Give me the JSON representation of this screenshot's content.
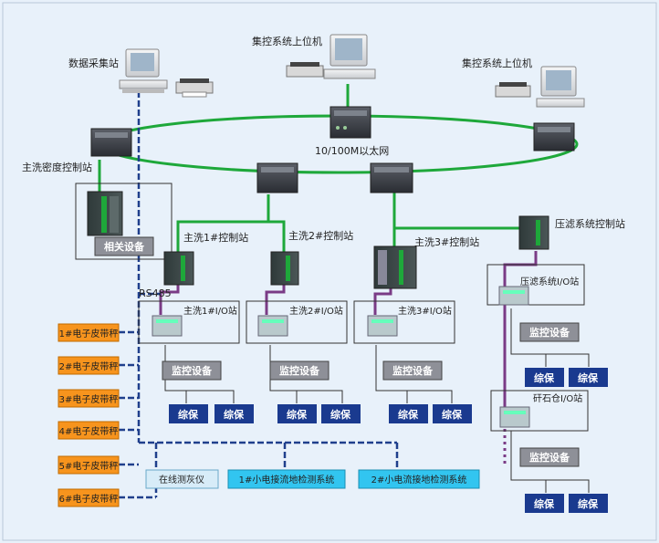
{
  "labels": {
    "data_station": "数据采集站",
    "scada_pc_top": "集控系统上位机",
    "scada_pc_right": "集控系统上位机",
    "ethernet": "10/100M以太网",
    "dense_ctrl": "主洗密度控制站",
    "related_equipment": "相关设备",
    "main1_ctrl": "主洗1#控制站",
    "main2_ctrl": "主洗2#控制站",
    "main3_ctrl": "主洗3#控制站",
    "filter_ctrl": "压滤系统控制站",
    "rs485": "RS485",
    "main1_io": "主洗1#I/O站",
    "main2_io": "主洗2#I/O站",
    "main3_io": "主洗3#I/O站",
    "filter_io": "压滤系统I/O站",
    "stone_io": "矸石仓I/O站",
    "monitor": "监控设备",
    "protector": "综保",
    "online_ash": "在线测灰仪",
    "ground1": "1#小电接流地检测系统",
    "ground2": "2#小电流接地检测系统"
  },
  "belt_scales": [
    "1#电子皮带秤",
    "2#电子皮带秤",
    "3#电子皮带秤",
    "4#电子皮带秤",
    "5#电子皮带秤",
    "6#电子皮带秤"
  ],
  "colors": {
    "background": "#e8f1fa",
    "ethernet_ring": "#1ea83a",
    "profibus": "#7a3b86",
    "rs485_dash": "#1f3f8c",
    "protector_box": "#1a3a8f",
    "monitor_box": "#8e9098",
    "belt_scale_box": "#f7941d",
    "subsystem_box": "#32c5f0"
  },
  "icons": [
    "pc-workstation-icon",
    "printer-icon",
    "switch-icon",
    "plc-cabinet-icon",
    "plc-rack-icon",
    "io-module-icon"
  ]
}
